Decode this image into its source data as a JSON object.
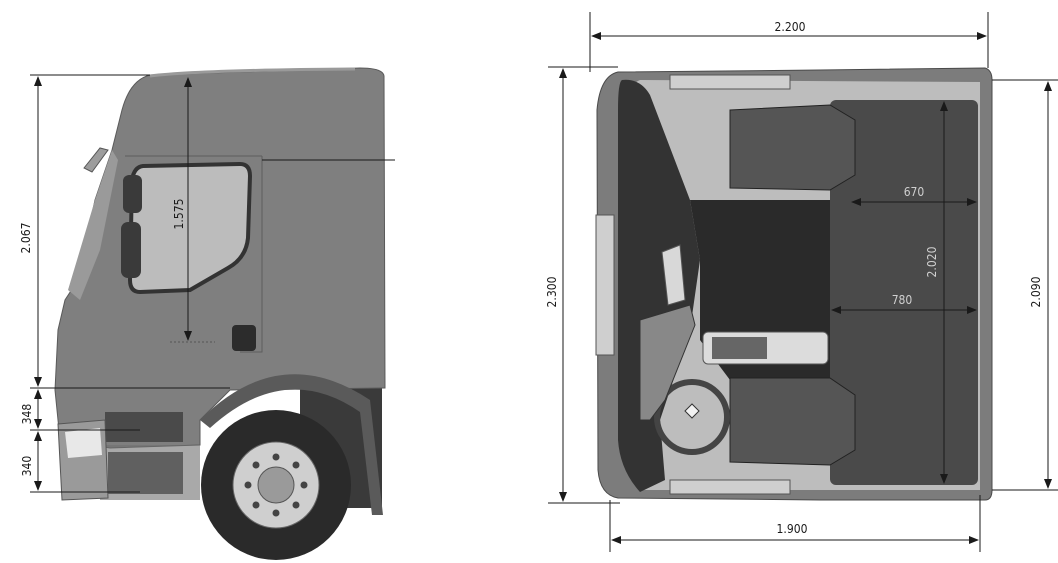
{
  "side_view": {
    "dimensions": {
      "cab_height": "2.067",
      "window_height": "1.575",
      "step_upper": "348",
      "step_lower": "340"
    }
  },
  "top_view": {
    "dimensions": {
      "overall_width": "2.200",
      "overall_length": "2.300",
      "floor_width": "1.900",
      "bunk_length": "2.020",
      "right_length": "2.090",
      "bunk_width_upper": "670",
      "bunk_width_lower": "780"
    }
  },
  "colors": {
    "cab_body": "#7f7f7f",
    "cab_dark": "#3c3c3c",
    "interior_floor": "#2a2a2a",
    "interior_light": "#bdbdbd"
  }
}
